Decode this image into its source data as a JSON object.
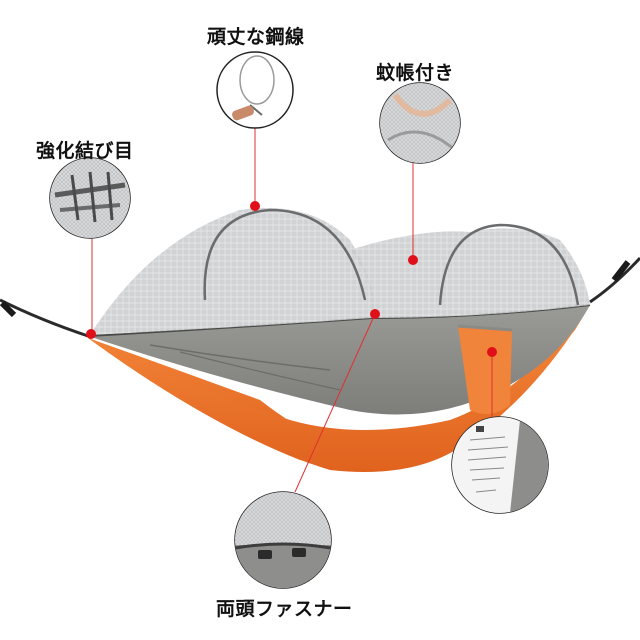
{
  "labels": {
    "steel_wire": "頑丈な鋼線",
    "mosquito_net": "蚊帳付き",
    "reinforced_knot": "強化結び目",
    "double_zipper": "両頭ファスナー"
  },
  "colors": {
    "hammock_orange": "#f2752a",
    "hammock_grey": "#8a8a86",
    "net_grey": "#c9cbcc",
    "callout_line": "#e03030",
    "marker_red": "#e0101a"
  }
}
